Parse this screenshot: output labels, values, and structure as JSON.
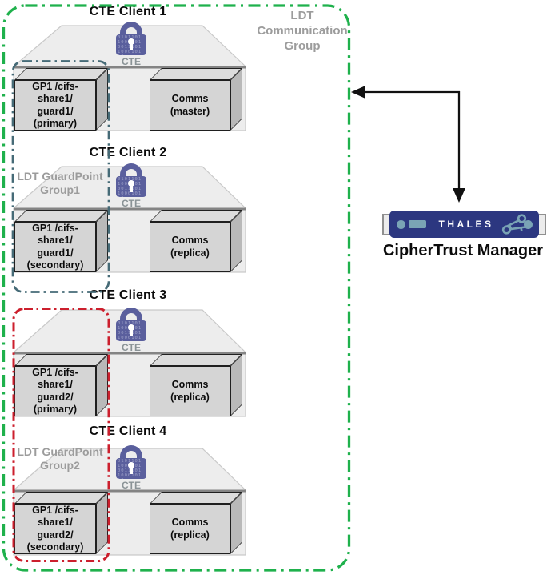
{
  "colors": {
    "communication_group_green": "#1fb14c",
    "guardpoint1_teal": "#466b77",
    "guardpoint2_red": "#cc1f2d",
    "platform_fill": "#ededed",
    "platform_stroke": "#c9c9c9",
    "platform_edge": "#848484",
    "lock_purple": "#5a5f9d",
    "thales_navy": "#2c3780",
    "thales_accent": "#7aa4b5",
    "arrow_black": "#111111",
    "label_gray": "#9c9c9c"
  },
  "communication_group": {
    "label": "LDT\nCommunication\nGroup"
  },
  "guardpoint_groups": [
    {
      "label": "LDT GuardPoint\nGroup1"
    },
    {
      "label": "LDT GuardPoint\nGroup2"
    }
  ],
  "lock_texture": "010110110010010011101100010110",
  "clients": [
    {
      "title": "CTE Client 1",
      "lock_label": "CTE",
      "gp_box": "GP1 /cifs-\nshare1/\nguard1/\n(primary)",
      "comms_box": "Comms\n(master)"
    },
    {
      "title": "CTE Client 2",
      "lock_label": "CTE",
      "gp_box": "GP1 /cifs-\nshare1/\nguard1/\n(secondary)",
      "comms_box": "Comms\n(replica)"
    },
    {
      "title": "CTE Client 3",
      "lock_label": "CTE",
      "gp_box": "GP1 /cifs-\nshare1/\nguard2/\n(primary)",
      "comms_box": "Comms\n(replica)"
    },
    {
      "title": "CTE Client 4",
      "lock_label": "CTE",
      "gp_box": "GP1 /cifs-\nshare1/\nguard2/\n(secondary)",
      "comms_box": "Comms\n(replica)"
    }
  ],
  "manager": {
    "brand": "THALES",
    "label": "CipherTrust Manager"
  }
}
